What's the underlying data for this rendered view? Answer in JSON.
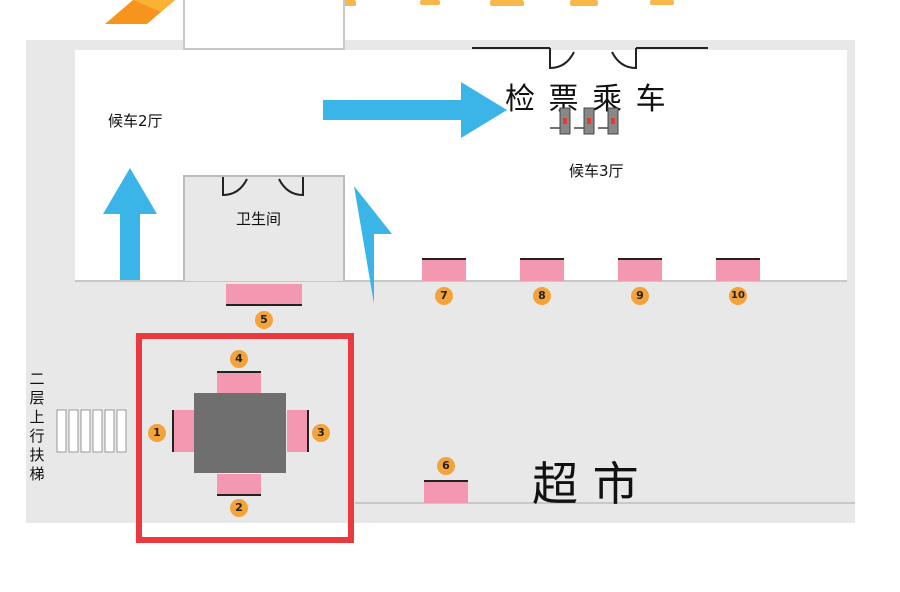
{
  "labels": {
    "waiting_hall_2": "候车2厅",
    "waiting_hall_3": "候车3厅",
    "ticket_check": "检 票 乘 车",
    "restroom": "卫生间",
    "supermarket": "超 市",
    "escalator": [
      "二",
      "层",
      "上",
      "行",
      "扶",
      "梯"
    ]
  },
  "gates": {
    "g1": "1",
    "g2": "2",
    "g3": "3",
    "g4": "4",
    "g5": "5",
    "g6": "6",
    "g7": "7",
    "g8": "8",
    "g9": "9",
    "g10": "10"
  },
  "colors": {
    "arrow": "#3bb5e8",
    "gate": "#f498b2",
    "badge": "#f4a23a",
    "highlight": "#ea3a3f",
    "pillar": "#6f6f6f",
    "floor": "#e8e8e8"
  },
  "icons": [
    "turnstile-icon",
    "logo-icon",
    "up-arrow-icon",
    "right-arrow-icon",
    "door-icon"
  ]
}
